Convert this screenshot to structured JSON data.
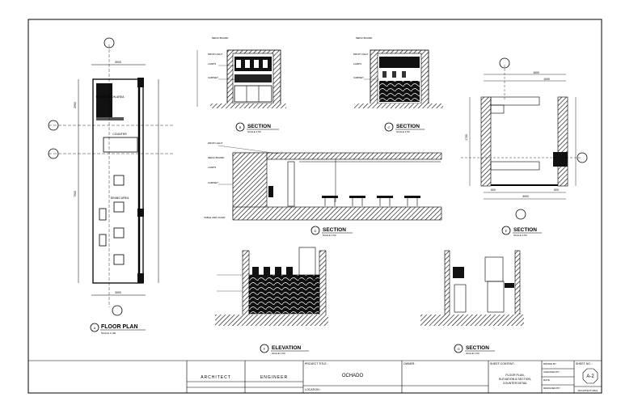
{
  "drawings": {
    "floor_plan": {
      "title": "FLOOR PLAN",
      "mark": "A",
      "scale": "SCALE 1:100",
      "rooms": [
        "PREPARATION AREA",
        "COUNTER",
        "DINING AREA"
      ],
      "dims": [
        "3000",
        "3000",
        "2950",
        "7900"
      ]
    },
    "section_b": {
      "title": "SECTION",
      "mark": "B",
      "scale": "SCALE 1:50",
      "labels": [
        "MENU BOARD",
        "DROP LIGHT",
        "LAMPS",
        "CABINET"
      ]
    },
    "section_c": {
      "title": "SECTION",
      "mark": "C",
      "scale": "SCALE 1:50",
      "labels": [
        "MENU BOARD",
        "DROP LIGHT",
        "LAMPS",
        "CABINET"
      ]
    },
    "section_d": {
      "title": "SECTION",
      "mark": "D",
      "scale": "SCALE 1:50",
      "labels": [
        "DROP LIGHT",
        "MENU BOARD",
        "LAMPS",
        "CABINET",
        "TABLE AND CHAIR"
      ]
    },
    "section_e": {
      "title": "SECTION",
      "mark": "E",
      "scale": "SCALE 1:50",
      "dims": [
        "1600",
        "1000",
        "1700",
        "600",
        "3000",
        "600"
      ]
    },
    "elevation_f": {
      "title": "ELEVATION",
      "mark": "F",
      "scale": "SCALE 1:50"
    },
    "section_g": {
      "title": "SECTION",
      "mark": "G",
      "scale": "SCALE 1:50"
    }
  },
  "title_block": {
    "architect": "ARCHITECT",
    "engineer": "ENGINEER",
    "project_title_label": "PROJECT TITLE :",
    "project_title": "OCHADO",
    "owner_label": "OWNER :",
    "location_label": "LOCATION :",
    "sheet_content_label": "SHEET CONTENT :",
    "sheet_content": [
      "FLOOR PLAN,",
      "ELEVATION & SECTION,",
      "COUNTER DETAIL"
    ],
    "drawn_by": "DRAWN BY :",
    "checked_by": "CHECKED BY :",
    "date": "DATE :",
    "designed_by": "DESIGNED BY :",
    "sheet_no_label": "SHEET NO. :",
    "sheet_no": "A-2",
    "sheet_type": "ARCHITECTURAL"
  }
}
